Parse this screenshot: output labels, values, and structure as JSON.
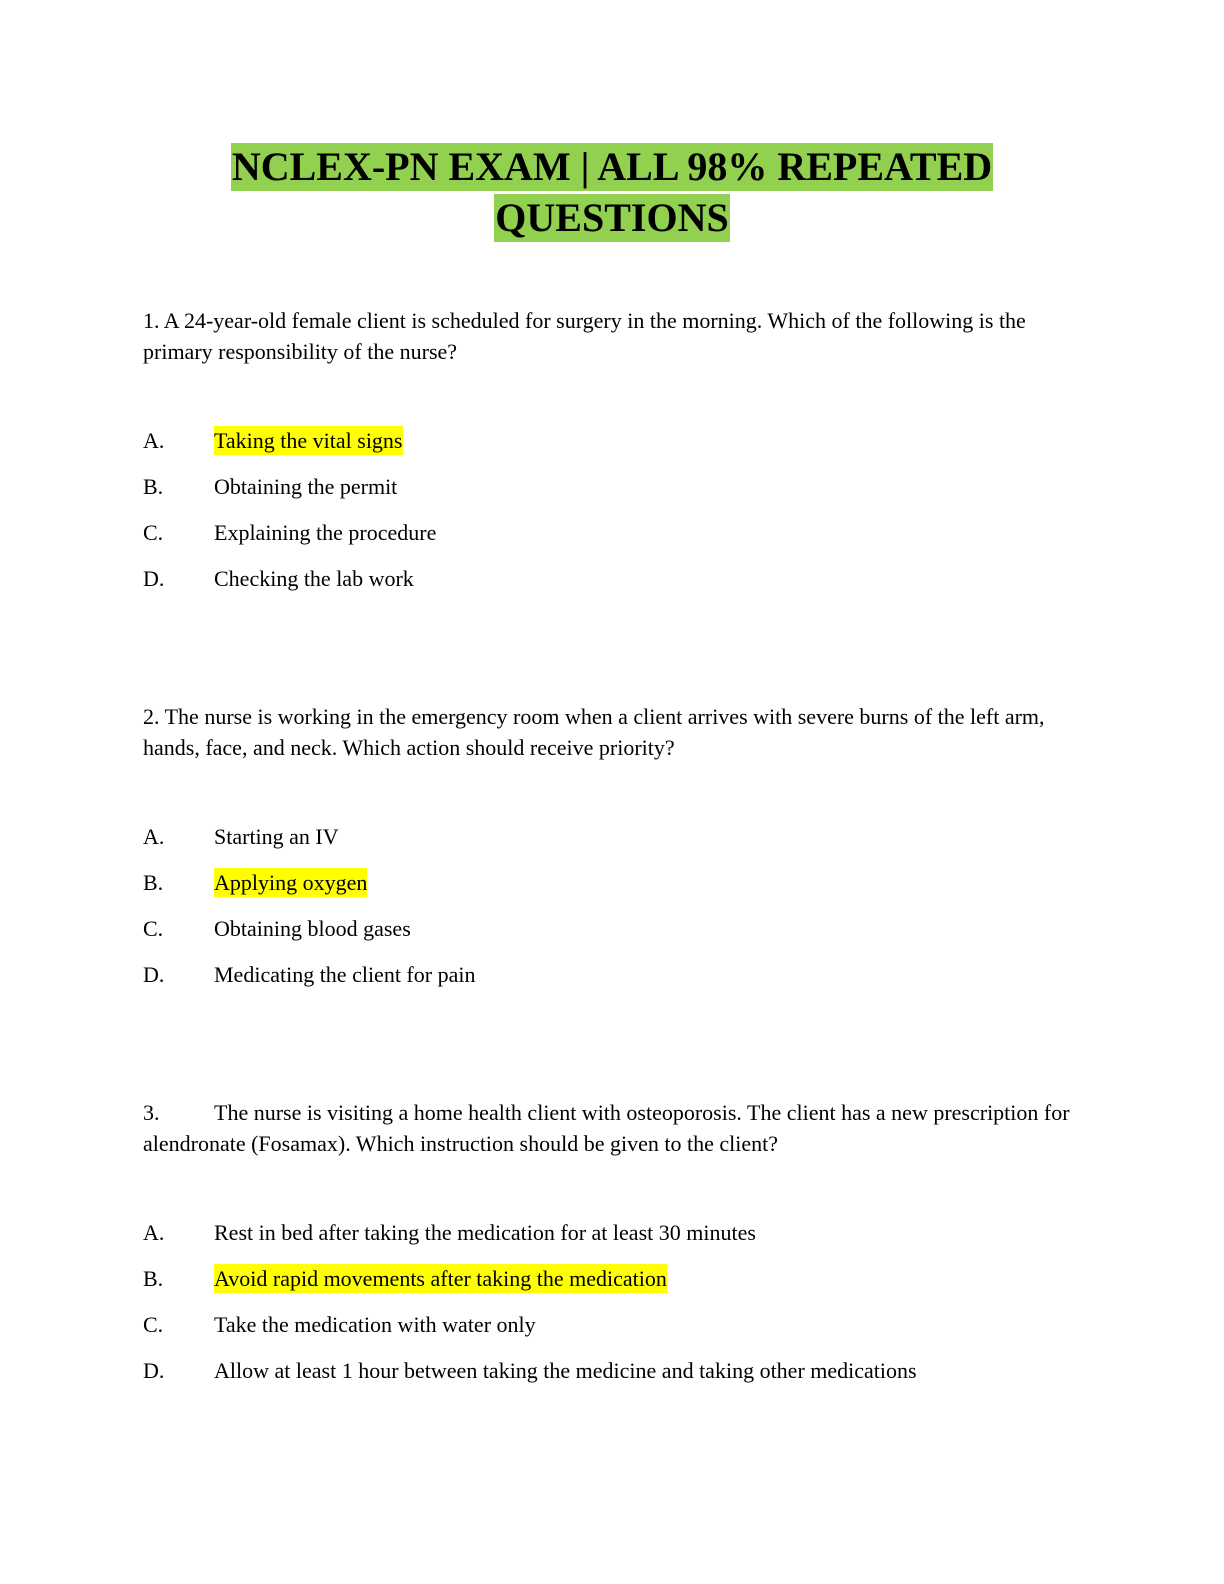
{
  "colors": {
    "title_highlight": "#92d050",
    "answer_highlight": "#ffff00",
    "text": "#000000"
  },
  "title": {
    "line1": "NCLEX-PN EXAM | ALL 98% REPEATED",
    "line2": "QUESTIONS"
  },
  "questions": [
    {
      "number": "1.",
      "text": "A 24-year-old female client is scheduled for surgery in the morning. Which of the following is the primary responsibility of the nurse?",
      "options": [
        {
          "letter": "A.",
          "text": "Taking the vital signs",
          "highlighted": true
        },
        {
          "letter": "B.",
          "text": "Obtaining the permit",
          "highlighted": false
        },
        {
          "letter": "C.",
          "text": "Explaining the procedure",
          "highlighted": false
        },
        {
          "letter": "D.",
          "text": "Checking the lab work",
          "highlighted": false
        }
      ]
    },
    {
      "number": "2.",
      "text": "The nurse is working in the emergency room when a client arrives with severe burns of the left arm, hands, face, and neck. Which action should receive priority?",
      "options": [
        {
          "letter": "A.",
          "text": "Starting an IV",
          "highlighted": false
        },
        {
          "letter": "B.",
          "text": "Applying oxygen",
          "highlighted": true
        },
        {
          "letter": "C.",
          "text": "Obtaining blood gases",
          "highlighted": false
        },
        {
          "letter": "D.",
          "text": "Medicating the client for pain",
          "highlighted": false
        }
      ]
    },
    {
      "number": "3.",
      "text": "The nurse is visiting a home health client with osteoporosis. The client has a new prescription for alendronate (Fosamax). Which instruction should be given to the client?",
      "options": [
        {
          "letter": "A.",
          "text": "Rest in bed after taking the medication for at least 30 minutes",
          "highlighted": false
        },
        {
          "letter": "B.",
          "text": "Avoid rapid movements after taking the medication",
          "highlighted": true
        },
        {
          "letter": "C.",
          "text": "Take the medication with water only",
          "highlighted": false
        },
        {
          "letter": "D.",
          "text": "Allow at least 1 hour between taking the medicine and taking other medications",
          "highlighted": false
        }
      ]
    }
  ]
}
